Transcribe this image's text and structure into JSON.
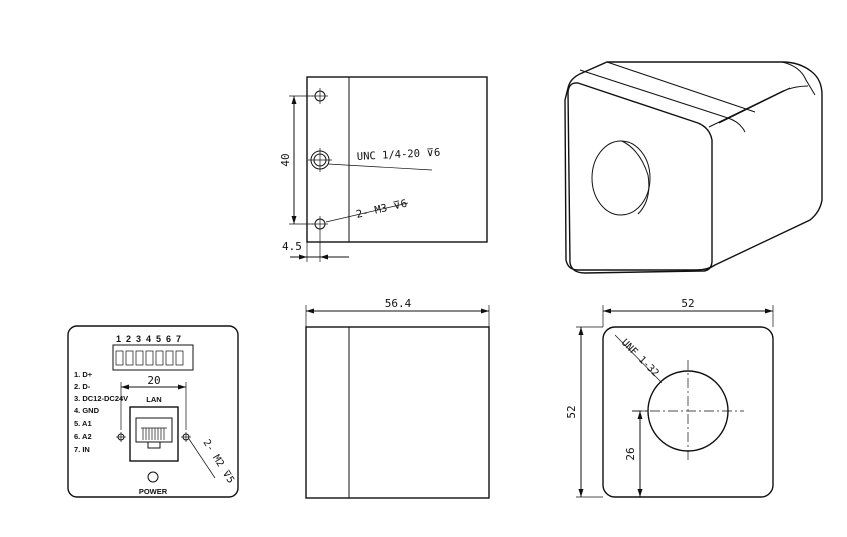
{
  "side_view": {
    "dim_height": "40",
    "dim_offset": "4.5",
    "callout_tripod": "UNC 1/4-20 ⊽6",
    "callout_screws": "2- M3 ⊽6"
  },
  "top_view": {
    "dim_length": "56.4"
  },
  "back_panel": {
    "terminal_numbers": [
      "1",
      "2",
      "3",
      "4",
      "5",
      "6",
      "7"
    ],
    "pin_labels": [
      "1. D+",
      "2. D-",
      "3. DC12-DC24V",
      "4. GND",
      "5. A1",
      "6. A2",
      "7. IN"
    ],
    "dim_width": "20",
    "lan_label": "LAN",
    "power_label": "POWER",
    "callout_screws": "2- M2 ⊽5"
  },
  "front_view": {
    "dim_width": "52",
    "dim_height": "52",
    "dim_center": "26",
    "callout_mount": "UNF 1-32"
  }
}
